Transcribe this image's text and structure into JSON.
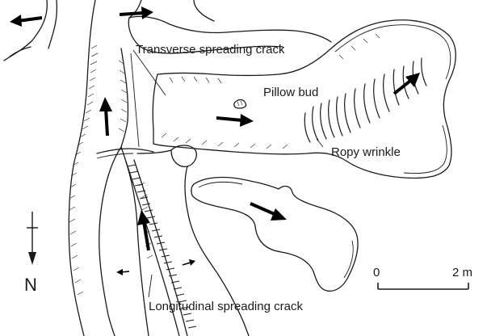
{
  "labels": {
    "transverse_crack": "Transverse spreading crack",
    "pillow_bud": "Pillow bud",
    "ropy_wrinkle": "Ropy wrinkle",
    "longitudinal_crack": "Longitudinal spreading crack"
  },
  "north_arrow": {
    "letter": "N"
  },
  "scale_bar": {
    "start_label": "0",
    "end_label": "2 m"
  },
  "colors": {
    "ink": "#1a1a1a",
    "background": "#ffffff"
  }
}
